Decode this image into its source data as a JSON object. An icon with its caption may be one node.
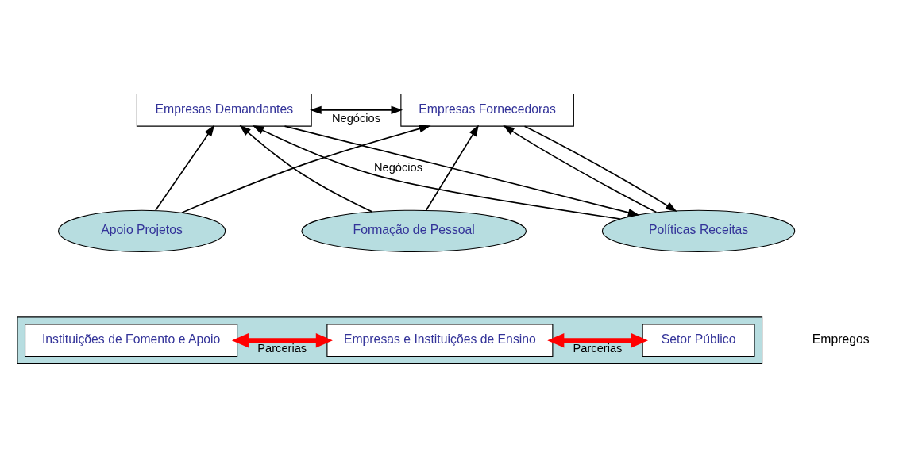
{
  "diagram": {
    "nodes": [
      {
        "text": [
          "Empresas Fornecedoras"
        ]
      },
      {
        "text": [
          "Empresas Demandantes"
        ]
      },
      {
        "text": [
          "Apoio Projetos"
        ]
      },
      {
        "text": [
          "Formação de Pessoal"
        ]
      },
      {
        "text": [
          "Políticas Receitas"
        ]
      },
      {
        "text": [],
        "shape": "box"
      },
      {
        "text": [
          "Instituições de Fomento e Apoio"
        ],
        "in": 5
      },
      {
        "text": [
          "Empresas e Instituições de Ensino"
        ],
        "in": 5
      },
      {
        "text": [
          "Setor Público"
        ],
        "in": 5
      }
    ],
    "edges": [
      {
        "from": 0,
        "to": 1,
        "arrow": "both",
        "label": "Negócios"
      },
      {
        "from": 2,
        "to": 0,
        "arrow": "to"
      },
      {
        "from": 2,
        "to": 1,
        "arrow": "to"
      },
      {
        "from": 3,
        "to": 0,
        "arrow": "to"
      },
      {
        "from": 3,
        "to": 1,
        "arrow": "to"
      },
      {
        "from": 0,
        "to": 4,
        "arrow": "to"
      },
      {
        "from": 4,
        "to": 0,
        "arrow": "to"
      },
      {
        "from": 1,
        "to": 4,
        "arrow": "to"
      },
      {
        "from": 4,
        "to": 1,
        "arrow": "to",
        "label": "Negócios"
      },
      {
        "from": 6,
        "to": 7,
        "arrow": "both",
        "label": "Parcerias",
        "style": "thick",
        "color": "#ff0000"
      },
      {
        "from": 7,
        "to": 8,
        "arrow": "both",
        "label": "Parcerias",
        "style": "thick",
        "color": "#ff0000"
      }
    ],
    "labels": [
      "Empregos"
    ]
  }
}
